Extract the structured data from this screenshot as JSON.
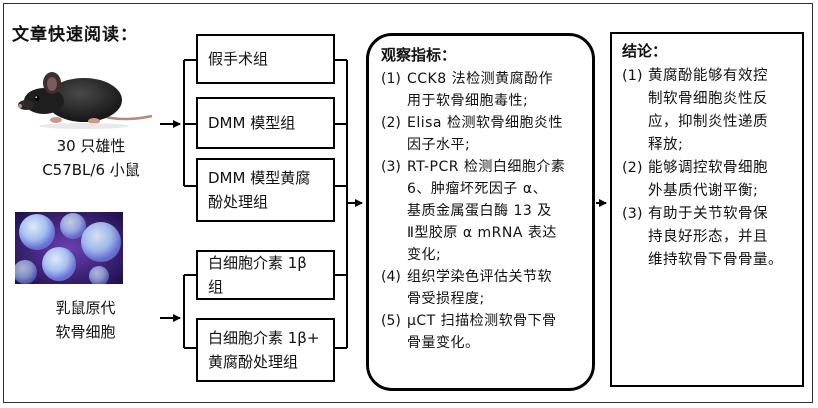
{
  "title": "文章快速阅读：",
  "sources": [
    {
      "label_line1": "30 只雄性",
      "label_line2": "C57BL/6 小鼠"
    },
    {
      "label_line1": "乳鼠原代",
      "label_line2": "软骨细胞"
    }
  ],
  "groups": [
    {
      "line1": "假手术组",
      "line2": ""
    },
    {
      "line1": "DMM 模型组",
      "line2": ""
    },
    {
      "line1": "DMM 模型黄腐",
      "line2": "酚处理组"
    },
    {
      "line1": "白细胞介素 1β 组",
      "line2": ""
    },
    {
      "line1": "白细胞介素 1β+",
      "line2": "黄腐酚处理组"
    }
  ],
  "observation": {
    "heading": "观察指标：",
    "items": [
      {
        "num": "(1)",
        "lines": [
          "CCK8 法检测黄腐酚作",
          "用于软骨细胞毒性;"
        ]
      },
      {
        "num": "(2)",
        "lines": [
          "Elisa 检测软骨细胞炎性",
          "因子水平;"
        ]
      },
      {
        "num": "(3)",
        "lines": [
          "RT-PCR 检测白细胞介素",
          "6、肿瘤坏死因子 α、",
          "基质金属蛋白酶 13 及",
          "Ⅱ型胶原 α mRNA 表达",
          "变化;"
        ]
      },
      {
        "num": "(4)",
        "lines": [
          "组织学染色评估关节软",
          "骨受损程度;"
        ]
      },
      {
        "num": "(5)",
        "lines": [
          "μCT 扫描检测软骨下骨",
          "骨量变化。"
        ]
      }
    ]
  },
  "conclusion": {
    "heading": "结论：",
    "items": [
      {
        "num": "(1)",
        "lines": [
          "黄腐酚能够有效控",
          "制软骨细胞炎性反",
          "应，抑制炎性递质",
          "释放;"
        ]
      },
      {
        "num": "(2)",
        "lines": [
          "能够调控软骨细胞",
          "外基质代谢平衡;"
        ]
      },
      {
        "num": "(3)",
        "lines": [
          "有助于关节软骨保",
          "持良好形态，并且",
          "维持软骨下骨骨量。"
        ]
      }
    ]
  }
}
